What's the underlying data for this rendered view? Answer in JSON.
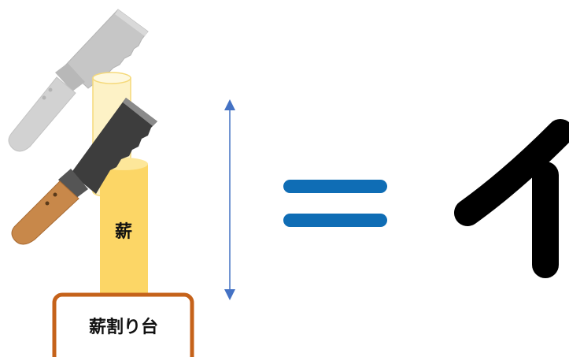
{
  "log_label": "薪",
  "stand_label": "薪割り台",
  "equals_symbol": "=",
  "result_char": "イ",
  "colors": {
    "log_fill": "#fcd666",
    "log_top": "#fde79a",
    "log_ghost_fill": "#fdf2c6",
    "log_ghost_stroke": "#f5d97a",
    "stand_border": "#c5621a",
    "arrow": "#4472c4",
    "equals": "#0f6db5",
    "blade_dark": "#3d3d3d",
    "blade_edge": "#8a8a8a",
    "handle": "#c8884a",
    "ghost_blade": "#b8b8b8",
    "ghost_handle": "#c8c8c8"
  }
}
